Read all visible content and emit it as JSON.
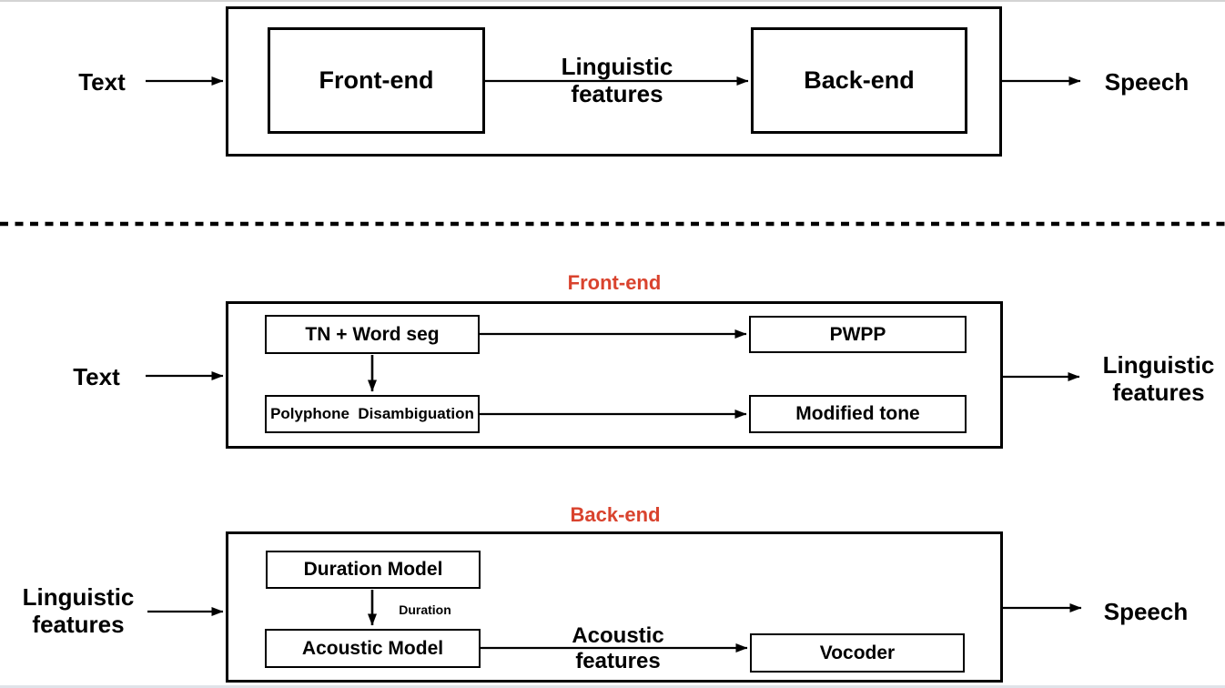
{
  "figure": {
    "overview": {
      "input": "Text",
      "frontend": "Front-end",
      "link_label": "Linguistic features",
      "backend": "Back-end",
      "output": "Speech"
    },
    "frontend_detail": {
      "title": "Front-end",
      "input": "Text",
      "tn_wordseg": "TN + Word seg",
      "polyphone": "Polyphone  Disambiguation",
      "pwpp": "PWPP",
      "modified_tone": "Modified tone",
      "output": "Linguistic features"
    },
    "backend_detail": {
      "title": "Back-end",
      "input": "Linguistic features",
      "duration_model": "Duration Model",
      "duration_label": "Duration",
      "acoustic_model": "Acoustic Model",
      "acoustic_label": "Acoustic features",
      "vocoder": "Vocoder",
      "output": "Speech"
    },
    "colors": {
      "title_red": "#D9432E",
      "line_black": "#000000"
    }
  }
}
